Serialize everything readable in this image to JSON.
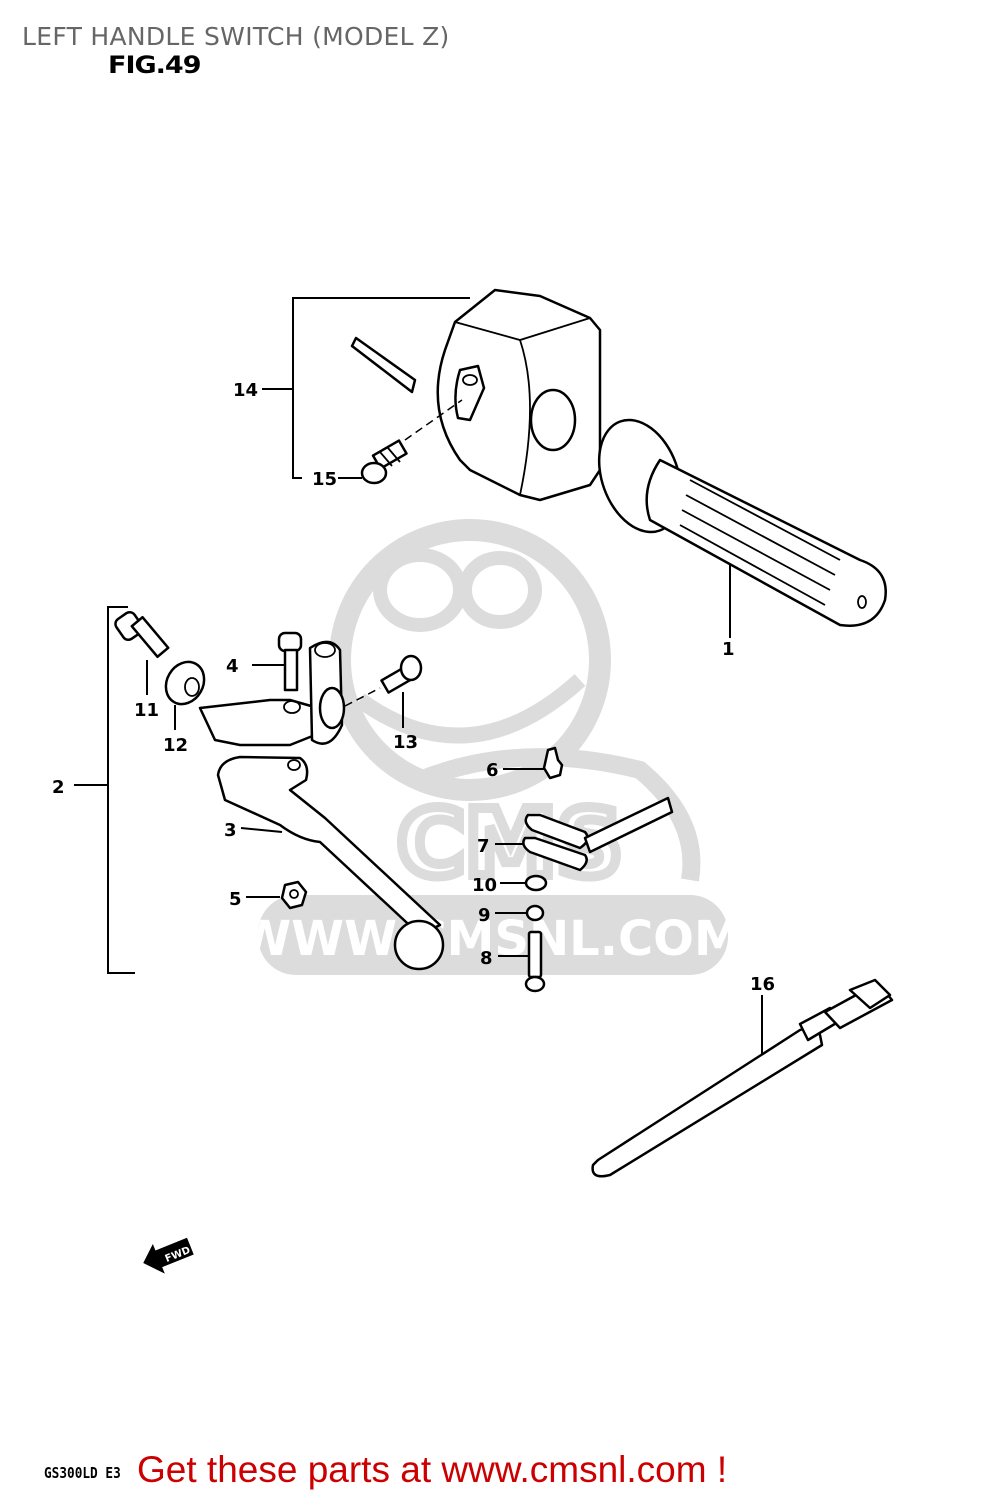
{
  "header": {
    "title": "LEFT HANDLE SWITCH (MODEL Z)",
    "figure": "FIG.49"
  },
  "footer": {
    "model_code": "GS300LD E3",
    "promo": "Get these parts at www.cmsnl.com !"
  },
  "watermark": {
    "text": "WWW.CMSNL.COM",
    "logo": "CMS"
  },
  "direction_marker": {
    "label": "FWD",
    "icon": "forward-arrow-icon"
  },
  "callouts": [
    {
      "number": "1",
      "part": "grip"
    },
    {
      "number": "2",
      "part": "clutch-lever-bracket-assembly"
    },
    {
      "number": "3",
      "part": "clutch-lever"
    },
    {
      "number": "4",
      "part": "lever-pivot-bolt"
    },
    {
      "number": "5",
      "part": "lever-nut"
    },
    {
      "number": "6",
      "part": "switch-terminal"
    },
    {
      "number": "7",
      "part": "clutch-switch"
    },
    {
      "number": "8",
      "part": "switch-screw"
    },
    {
      "number": "9",
      "part": "washer"
    },
    {
      "number": "10",
      "part": "spacer"
    },
    {
      "number": "11",
      "part": "adjuster-bolt"
    },
    {
      "number": "12",
      "part": "lock-nut"
    },
    {
      "number": "13",
      "part": "bracket-screw"
    },
    {
      "number": "14",
      "part": "left-handle-switch-assembly"
    },
    {
      "number": "15",
      "part": "switch-housing-screw"
    },
    {
      "number": "16",
      "part": "cable-clamp-band"
    }
  ],
  "colors": {
    "title": "#666666",
    "promo": "#cc0000",
    "watermark": "#d9d9d9"
  }
}
